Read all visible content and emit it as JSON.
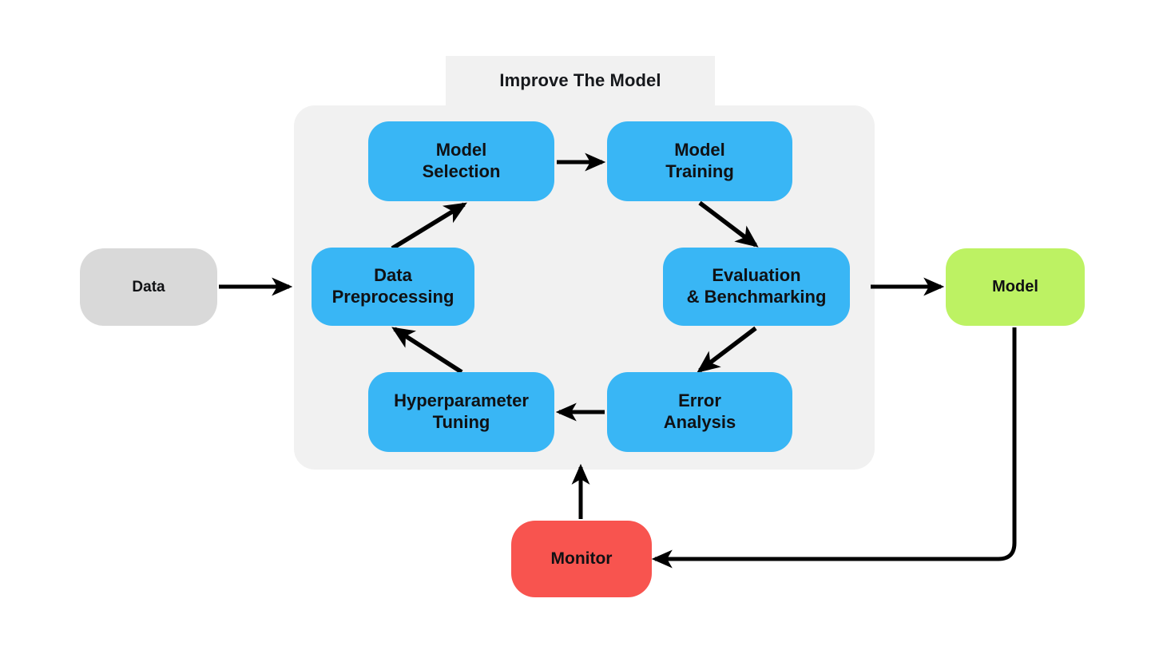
{
  "diagram": {
    "title": "Improve The Model",
    "colors": {
      "blue": "#39b6f5",
      "gray": "#d9d9d9",
      "green": "#bdf263",
      "red": "#f8544f",
      "panel": "#f1f1f1",
      "edge": "#000000",
      "background": "#ffffff"
    },
    "nodes": {
      "data": {
        "label": "Data"
      },
      "model_selection": {
        "label": "Model\nSelection"
      },
      "model_training": {
        "label": "Model\nTraining"
      },
      "evaluation": {
        "label": "Evaluation\n& Benchmarking"
      },
      "error_analysis": {
        "label": "Error\nAnalysis"
      },
      "hyperparameter_tuning": {
        "label": "Hyperparameter\nTuning"
      },
      "data_preprocessing": {
        "label": "Data\nPreprocessing"
      },
      "model": {
        "label": "Model"
      },
      "monitor": {
        "label": "Monitor"
      }
    },
    "edges": [
      {
        "from": "Data",
        "to": "Data Preprocessing",
        "style": "straight-right"
      },
      {
        "from": "Data Preprocessing",
        "to": "Model Selection",
        "style": "diagonal-up-right"
      },
      {
        "from": "Model Selection",
        "to": "Model Training",
        "style": "straight-right"
      },
      {
        "from": "Model Training",
        "to": "Evaluation & Benchmarking",
        "style": "diagonal-down-right"
      },
      {
        "from": "Evaluation & Benchmarking",
        "to": "Model",
        "style": "straight-right"
      },
      {
        "from": "Evaluation & Benchmarking",
        "to": "Error Analysis",
        "style": "diagonal-down-left"
      },
      {
        "from": "Error Analysis",
        "to": "Hyperparameter Tuning",
        "style": "straight-left"
      },
      {
        "from": "Hyperparameter Tuning",
        "to": "Data Preprocessing",
        "style": "diagonal-up-left"
      },
      {
        "from": "Model",
        "to": "Monitor",
        "style": "elbow-down-left"
      },
      {
        "from": "Monitor",
        "to": "Improve The Model",
        "style": "straight-up"
      }
    ]
  }
}
